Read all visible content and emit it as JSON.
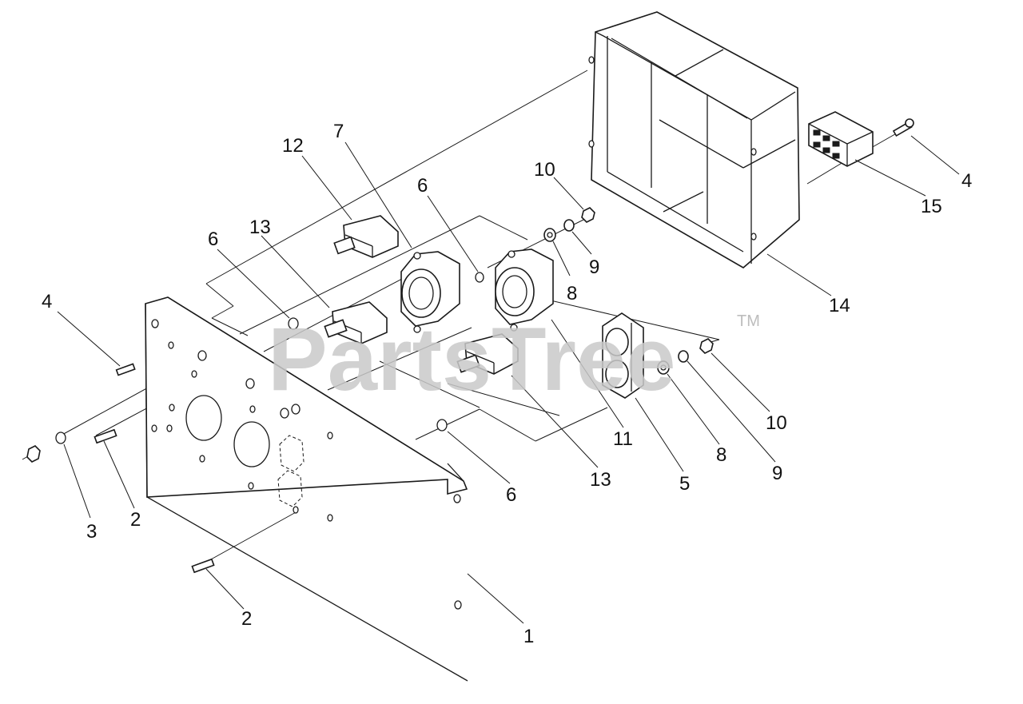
{
  "watermark": {
    "text": "PartsTree",
    "mark": "TM"
  },
  "callouts": [
    {
      "id": "c-7",
      "label": "7"
    },
    {
      "id": "c-12",
      "label": "12"
    },
    {
      "id": "c-10a",
      "label": "10"
    },
    {
      "id": "c-6a",
      "label": "6"
    },
    {
      "id": "c-13a",
      "label": "13"
    },
    {
      "id": "c-6b",
      "label": "6"
    },
    {
      "id": "c-4a",
      "label": "4"
    },
    {
      "id": "c-4b",
      "label": "4"
    },
    {
      "id": "c-15",
      "label": "15"
    },
    {
      "id": "c-8a",
      "label": "8"
    },
    {
      "id": "c-9a",
      "label": "9"
    },
    {
      "id": "c-14",
      "label": "14"
    },
    {
      "id": "c-10b",
      "label": "10"
    },
    {
      "id": "c-11",
      "label": "11"
    },
    {
      "id": "c-8b",
      "label": "8"
    },
    {
      "id": "c-9b",
      "label": "9"
    },
    {
      "id": "c-13b",
      "label": "13"
    },
    {
      "id": "c-5",
      "label": "5"
    },
    {
      "id": "c-6c",
      "label": "6"
    },
    {
      "id": "c-3",
      "label": "3"
    },
    {
      "id": "c-2a",
      "label": "2"
    },
    {
      "id": "c-2b",
      "label": "2"
    },
    {
      "id": "c-1",
      "label": "1"
    }
  ]
}
